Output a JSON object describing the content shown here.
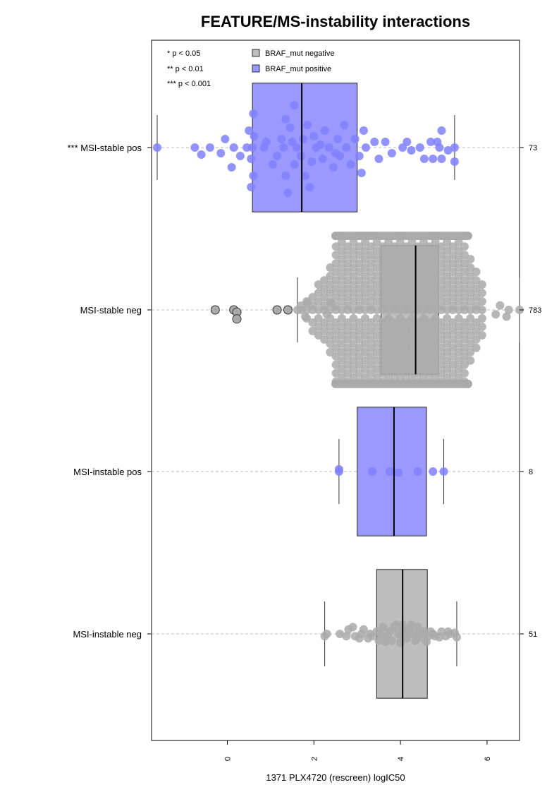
{
  "chart_data": {
    "type": "box",
    "title": "FEATURE/MS-instability interactions",
    "xlabel": "1371 PLX4720 (rescreen) logIC50",
    "xlim": [
      -1.75,
      6.75
    ],
    "x_ticks": [
      0,
      2,
      4,
      6
    ],
    "x_tick_labels": [
      "0",
      "2",
      "4",
      "6"
    ],
    "grid": false,
    "legend": {
      "position": "top",
      "significance": [
        "* p < 0.05",
        "** p < 0.01",
        "*** p < 0.001"
      ],
      "entries": [
        {
          "label": "BRAF_mut negative",
          "color": "#bebebe"
        },
        {
          "label": "BRAF_mut positive",
          "color": "#9999ff"
        }
      ]
    },
    "groups": [
      {
        "label": "*** MSI-stable pos",
        "n": "73",
        "braf": "positive",
        "box_color": "#9999ff",
        "point_color": "#8080ff",
        "whisker_low": -1.62,
        "q1": 0.58,
        "median": 1.72,
        "q3": 3.0,
        "whisker_high": 5.25,
        "box_halfheight": 0.8,
        "points": [
          [
            -1.62,
            0
          ],
          [
            -0.75,
            0
          ],
          [
            -0.6,
            0.25
          ],
          [
            -0.4,
            0
          ],
          [
            -0.15,
            0.2
          ],
          [
            -0.05,
            -0.3
          ],
          [
            0.1,
            0.7
          ],
          [
            0.15,
            0
          ],
          [
            0.3,
            0.3
          ],
          [
            0.45,
            0
          ],
          [
            0.5,
            -0.6
          ],
          [
            0.55,
            0.4
          ],
          [
            0.55,
            1.4
          ],
          [
            0.6,
            -1.2
          ],
          [
            0.58,
            0
          ],
          [
            0.6,
            1.0
          ],
          [
            0.62,
            -0.4
          ],
          [
            0.85,
            0
          ],
          [
            1.05,
            0.6
          ],
          [
            1.15,
            0.3
          ],
          [
            1.25,
            -0.3
          ],
          [
            1.3,
            0
          ],
          [
            1.35,
            1.0
          ],
          [
            1.35,
            -1.0
          ],
          [
            1.4,
            1.6
          ],
          [
            1.45,
            -0.7
          ],
          [
            1.55,
            0.6
          ],
          [
            1.55,
            -1.5
          ],
          [
            1.6,
            0
          ],
          [
            1.7,
            0.3
          ],
          [
            1.75,
            -0.3
          ],
          [
            1.8,
            1.0
          ],
          [
            1.85,
            -0.8
          ],
          [
            1.9,
            1.4
          ],
          [
            1.95,
            0.5
          ],
          [
            2.0,
            -0.4
          ],
          [
            2.05,
            0
          ],
          [
            2.2,
            0.4
          ],
          [
            2.25,
            -0.6
          ],
          [
            2.35,
            0
          ],
          [
            2.45,
            0.7
          ],
          [
            2.55,
            -0.3
          ],
          [
            2.6,
            0.3
          ],
          [
            2.7,
            -0.8
          ],
          [
            2.75,
            0
          ],
          [
            2.85,
            0.6
          ],
          [
            2.95,
            -0.3
          ],
          [
            3.05,
            0.3
          ],
          [
            3.1,
            0.9
          ],
          [
            3.15,
            -0.6
          ],
          [
            3.2,
            0
          ],
          [
            3.5,
            0.4
          ],
          [
            3.65,
            -0.2
          ],
          [
            3.8,
            0.2
          ],
          [
            4.05,
            0
          ],
          [
            4.15,
            -0.2
          ],
          [
            4.25,
            0.1
          ],
          [
            4.45,
            0
          ],
          [
            4.55,
            0.4
          ],
          [
            4.7,
            -0.2
          ],
          [
            4.75,
            0.4
          ],
          [
            4.85,
            -0.2
          ],
          [
            4.9,
            0
          ],
          [
            4.95,
            -0.6
          ],
          [
            4.95,
            0.4
          ],
          [
            5.1,
            0.1
          ],
          [
            5.25,
            0
          ],
          [
            5.25,
            0.5
          ],
          [
            2.5,
            0.2
          ],
          [
            1.5,
            -0.2
          ],
          [
            0.9,
            -0.2
          ],
          [
            2.15,
            -0.1
          ],
          [
            3.4,
            -0.2
          ]
        ]
      },
      {
        "label": "MSI-stable neg",
        "n": "783",
        "braf": "negative",
        "box_color": "#bebebe",
        "point_color": "#aaaaaa",
        "whisker_low": 1.62,
        "q1": 3.55,
        "median": 4.35,
        "q3": 4.88,
        "whisker_high": 6.75,
        "box_halfheight": 0.8,
        "outliers": [
          [
            -0.28,
            0
          ],
          [
            0.15,
            0
          ],
          [
            0.22,
            0.1
          ],
          [
            0.22,
            0.4
          ],
          [
            1.15,
            0
          ],
          [
            1.4,
            0
          ]
        ],
        "points": [
          [
            1.62,
            0
          ],
          [
            1.8,
            0.3
          ],
          [
            1.85,
            -0.3
          ],
          [
            2.3,
            0.2
          ],
          [
            2.4,
            -0.3
          ],
          [
            6.5,
            0
          ],
          [
            6.45,
            0.3
          ],
          [
            6.75,
            0
          ],
          [
            6.2,
            0.2
          ],
          [
            6.3,
            -0.2
          ]
        ],
        "swarm": {
          "x_start": 1.7,
          "x_end": 6.0,
          "dense_start": 2.5,
          "dense_end": 5.6,
          "step": 0.135,
          "band_half": 0.92
        }
      },
      {
        "label": "MSI-instable pos",
        "n": "8",
        "braf": "positive",
        "box_color": "#9999ff",
        "point_color": "#8080ff",
        "whisker_low": 2.58,
        "q1": 3.0,
        "median": 3.85,
        "q3": 4.6,
        "whisker_high": 5.0,
        "box_halfheight": 0.8,
        "points": [
          [
            2.58,
            0
          ],
          [
            2.58,
            -0.1
          ],
          [
            3.35,
            0
          ],
          [
            3.75,
            0
          ],
          [
            3.95,
            0.05
          ],
          [
            4.4,
            0
          ],
          [
            4.75,
            0
          ],
          [
            5.0,
            0
          ]
        ]
      },
      {
        "label": "MSI-instable neg",
        "n": "51",
        "braf": "negative",
        "box_color": "#bebebe",
        "point_color": "#aaaaaa",
        "whisker_low": 2.25,
        "q1": 3.45,
        "median": 4.05,
        "q3": 4.62,
        "whisker_high": 5.3,
        "box_halfheight": 0.8,
        "points": [
          [
            2.25,
            0.1
          ],
          [
            2.3,
            0
          ],
          [
            2.75,
            0.1
          ],
          [
            2.8,
            -0.2
          ],
          [
            2.9,
            -0.3
          ],
          [
            2.95,
            0.1
          ],
          [
            3.1,
            0
          ],
          [
            3.15,
            -0.2
          ],
          [
            3.25,
            0.2
          ],
          [
            3.35,
            0.1
          ],
          [
            3.45,
            -0.1
          ],
          [
            3.5,
            0.3
          ],
          [
            3.55,
            0
          ],
          [
            3.6,
            -0.3
          ],
          [
            3.7,
            0.1
          ],
          [
            3.75,
            -0.1
          ],
          [
            3.8,
            0.3
          ],
          [
            3.85,
            -0.3
          ],
          [
            3.95,
            0
          ],
          [
            4.0,
            0.4
          ],
          [
            4.02,
            0.2
          ],
          [
            4.05,
            -0.2
          ],
          [
            4.05,
            -0.4
          ],
          [
            4.1,
            0
          ],
          [
            4.15,
            0.2
          ],
          [
            4.2,
            -0.2
          ],
          [
            4.3,
            0
          ],
          [
            4.35,
            0.3
          ],
          [
            4.4,
            -0.3
          ],
          [
            4.45,
            0
          ],
          [
            4.5,
            0.15
          ],
          [
            4.55,
            -0.1
          ],
          [
            4.6,
            0.35
          ],
          [
            4.65,
            0.1
          ],
          [
            4.7,
            -0.1
          ],
          [
            4.75,
            0
          ],
          [
            4.9,
            0.15
          ],
          [
            4.95,
            -0.1
          ],
          [
            5.05,
            0.1
          ],
          [
            5.15,
            0
          ],
          [
            5.3,
            0.15
          ],
          [
            5.25,
            -0.05
          ],
          [
            3.9,
            -0.4
          ],
          [
            4.25,
            -0.4
          ],
          [
            3.65,
            0.35
          ],
          [
            3.3,
            0
          ],
          [
            4.8,
            0.1
          ],
          [
            5.1,
            -0.1
          ],
          [
            3.05,
            0.2
          ],
          [
            2.6,
            0
          ],
          [
            4.55,
            0
          ]
        ]
      }
    ]
  }
}
